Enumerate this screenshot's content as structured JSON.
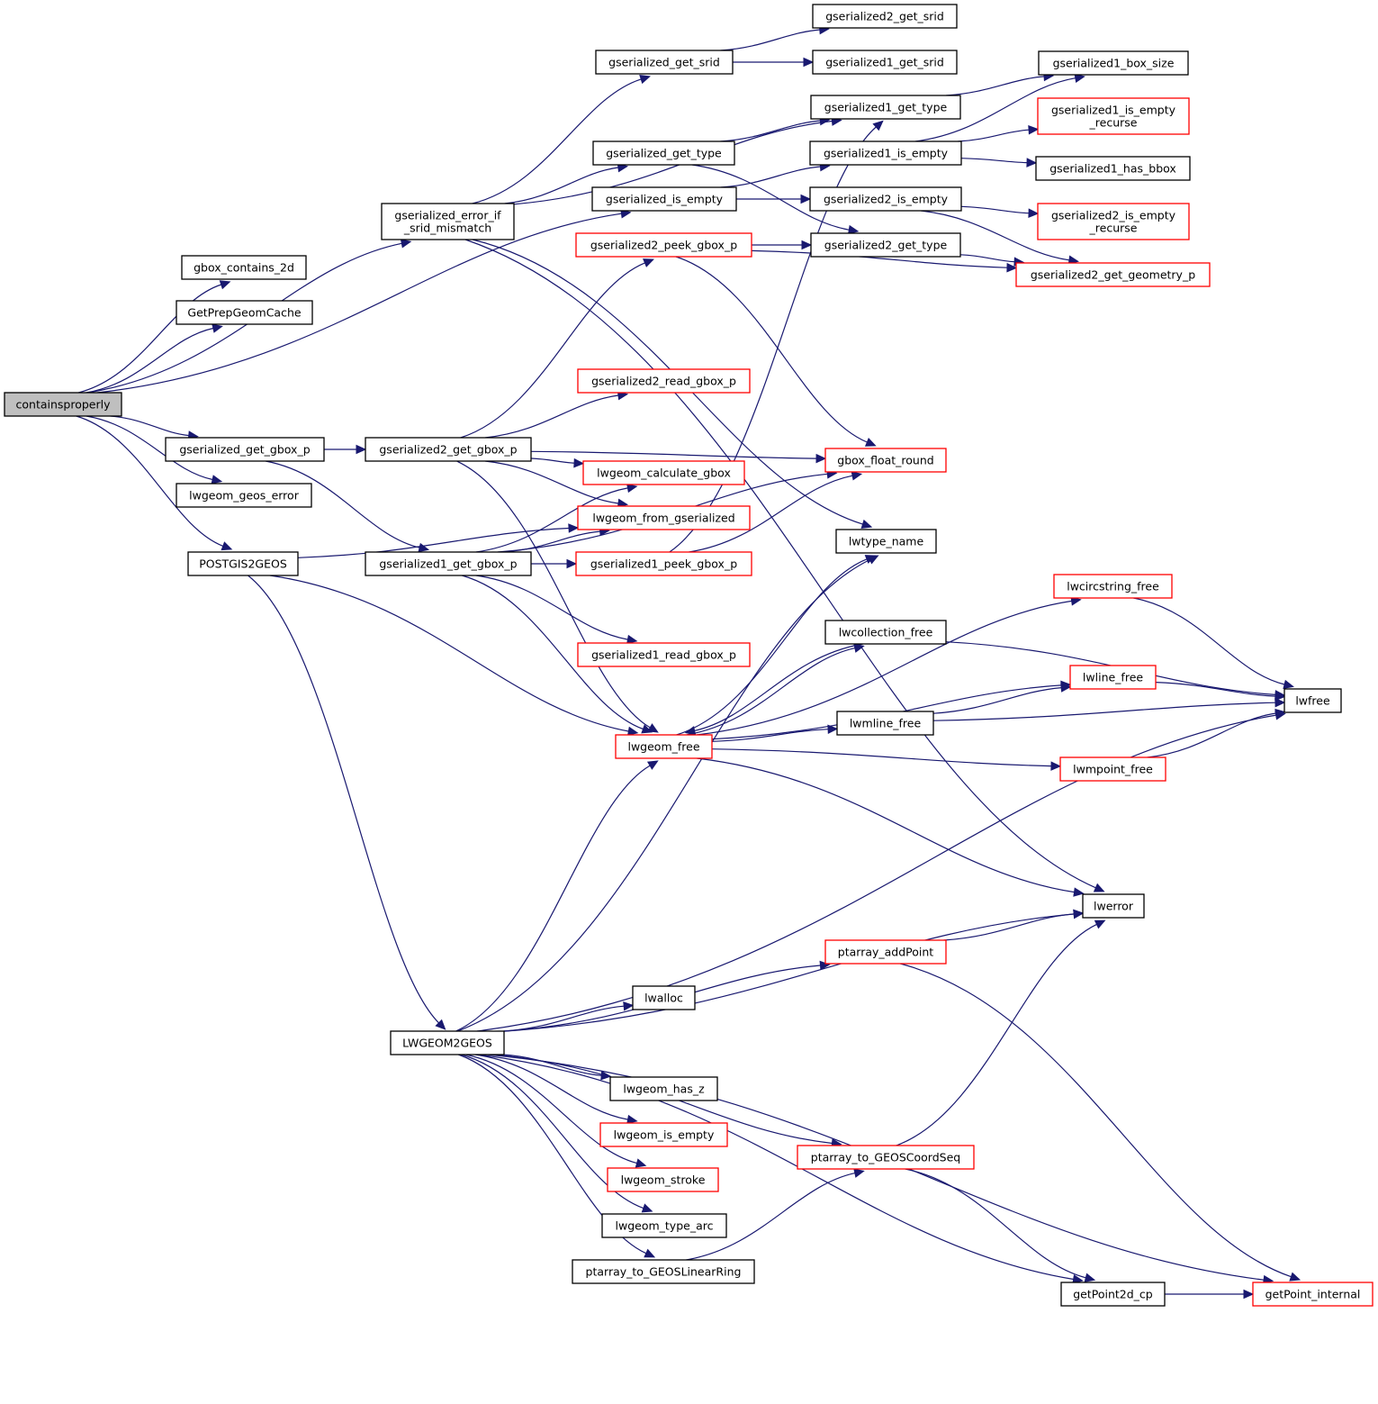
{
  "title": "containsproperly call graph",
  "colors": {
    "edge": "#191970",
    "node_border_documented": "#000000",
    "node_border_truncated": "#ff0000",
    "root_fill": "#bfbfbf"
  },
  "nodes": [
    {
      "id": "containsproperly",
      "label": "containsproperly",
      "style": "root"
    },
    {
      "id": "gbox_contains_2d",
      "label": "gbox_contains_2d",
      "style": "black"
    },
    {
      "id": "GetPrepGeomCache",
      "label": "GetPrepGeomCache",
      "style": "black"
    },
    {
      "id": "gserialized_error_if_srid_mismatch",
      "label": "gserialized_error_if\n_srid_mismatch",
      "style": "black"
    },
    {
      "id": "gserialized_get_gbox_p",
      "label": "gserialized_get_gbox_p",
      "style": "black"
    },
    {
      "id": "lwgeom_geos_error",
      "label": "lwgeom_geos_error",
      "style": "black"
    },
    {
      "id": "POSTGIS2GEOS",
      "label": "POSTGIS2GEOS",
      "style": "black"
    },
    {
      "id": "gserialized_get_srid",
      "label": "gserialized_get_srid",
      "style": "black"
    },
    {
      "id": "gserialized_get_type",
      "label": "gserialized_get_type",
      "style": "black"
    },
    {
      "id": "gserialized_is_empty",
      "label": "gserialized_is_empty",
      "style": "black"
    },
    {
      "id": "gserialized2_peek_gbox_p",
      "label": "gserialized2_peek_gbox_p",
      "style": "red"
    },
    {
      "id": "gserialized2_read_gbox_p",
      "label": "gserialized2_read_gbox_p",
      "style": "red"
    },
    {
      "id": "gserialized2_get_gbox_p",
      "label": "gserialized2_get_gbox_p",
      "style": "black"
    },
    {
      "id": "lwgeom_calculate_gbox",
      "label": "lwgeom_calculate_gbox",
      "style": "red"
    },
    {
      "id": "lwgeom_from_gserialized",
      "label": "lwgeom_from_gserialized",
      "style": "red"
    },
    {
      "id": "gserialized1_get_gbox_p",
      "label": "gserialized1_get_gbox_p",
      "style": "black"
    },
    {
      "id": "gserialized1_peek_gbox_p",
      "label": "gserialized1_peek_gbox_p",
      "style": "red"
    },
    {
      "id": "gserialized1_read_gbox_p",
      "label": "gserialized1_read_gbox_p",
      "style": "red"
    },
    {
      "id": "lwgeom_free",
      "label": "lwgeom_free",
      "style": "red"
    },
    {
      "id": "LWGEOM2GEOS",
      "label": "LWGEOM2GEOS",
      "style": "black"
    },
    {
      "id": "lwalloc",
      "label": "lwalloc",
      "style": "black"
    },
    {
      "id": "lwgeom_has_z",
      "label": "lwgeom_has_z",
      "style": "black"
    },
    {
      "id": "lwgeom_is_empty",
      "label": "lwgeom_is_empty",
      "style": "red"
    },
    {
      "id": "lwgeom_stroke",
      "label": "lwgeom_stroke",
      "style": "red"
    },
    {
      "id": "lwgeom_type_arc",
      "label": "lwgeom_type_arc",
      "style": "black"
    },
    {
      "id": "ptarray_to_GEOSLinearRing",
      "label": "ptarray_to_GEOSLinearRing",
      "style": "black"
    },
    {
      "id": "gserialized2_get_srid",
      "label": "gserialized2_get_srid",
      "style": "black"
    },
    {
      "id": "gserialized1_get_srid",
      "label": "gserialized1_get_srid",
      "style": "black"
    },
    {
      "id": "gserialized1_get_type",
      "label": "gserialized1_get_type",
      "style": "black"
    },
    {
      "id": "gserialized1_is_empty",
      "label": "gserialized1_is_empty",
      "style": "black"
    },
    {
      "id": "gserialized2_is_empty",
      "label": "gserialized2_is_empty",
      "style": "black"
    },
    {
      "id": "gserialized2_get_type",
      "label": "gserialized2_get_type",
      "style": "black"
    },
    {
      "id": "gbox_float_round",
      "label": "gbox_float_round",
      "style": "red"
    },
    {
      "id": "lwtype_name",
      "label": "lwtype_name",
      "style": "black"
    },
    {
      "id": "lwcollection_free",
      "label": "lwcollection_free",
      "style": "black"
    },
    {
      "id": "lwmline_free",
      "label": "lwmline_free",
      "style": "black"
    },
    {
      "id": "ptarray_addPoint",
      "label": "ptarray_addPoint",
      "style": "red"
    },
    {
      "id": "ptarray_to_GEOSCoordSeq",
      "label": "ptarray_to_GEOSCoordSeq",
      "style": "red"
    },
    {
      "id": "gserialized1_box_size",
      "label": "gserialized1_box_size",
      "style": "black"
    },
    {
      "id": "gserialized1_is_empty_recurse",
      "label": "gserialized1_is_empty\n_recurse",
      "style": "red"
    },
    {
      "id": "gserialized1_has_bbox",
      "label": "gserialized1_has_bbox",
      "style": "black"
    },
    {
      "id": "gserialized2_is_empty_recurse",
      "label": "gserialized2_is_empty\n_recurse",
      "style": "red"
    },
    {
      "id": "gserialized2_get_geometry_p",
      "label": "gserialized2_get_geometry_p",
      "style": "red"
    },
    {
      "id": "lwcircstring_free",
      "label": "lwcircstring_free",
      "style": "red"
    },
    {
      "id": "lwline_free",
      "label": "lwline_free",
      "style": "red"
    },
    {
      "id": "lwmpoint_free",
      "label": "lwmpoint_free",
      "style": "red"
    },
    {
      "id": "lwerror",
      "label": "lwerror",
      "style": "black"
    },
    {
      "id": "getPoint2d_cp",
      "label": "getPoint2d_cp",
      "style": "black"
    },
    {
      "id": "lwfree",
      "label": "lwfree",
      "style": "black"
    },
    {
      "id": "getPoint_internal",
      "label": "getPoint_internal",
      "style": "red"
    }
  ],
  "edges": [
    [
      "containsproperly",
      "gbox_contains_2d"
    ],
    [
      "containsproperly",
      "GetPrepGeomCache"
    ],
    [
      "containsproperly",
      "gserialized_error_if_srid_mismatch"
    ],
    [
      "containsproperly",
      "gserialized_is_empty"
    ],
    [
      "containsproperly",
      "gserialized_get_gbox_p"
    ],
    [
      "containsproperly",
      "lwgeom_geos_error"
    ],
    [
      "containsproperly",
      "POSTGIS2GEOS"
    ],
    [
      "gserialized_error_if_srid_mismatch",
      "gserialized_get_srid"
    ],
    [
      "gserialized_error_if_srid_mismatch",
      "gserialized1_get_type"
    ],
    [
      "gserialized_error_if_srid_mismatch",
      "gserialized_get_type"
    ],
    [
      "gserialized_error_if_srid_mismatch",
      "lwtype_name"
    ],
    [
      "gserialized_error_if_srid_mismatch",
      "lwerror"
    ],
    [
      "gserialized_get_srid",
      "gserialized2_get_srid"
    ],
    [
      "gserialized_get_srid",
      "gserialized1_get_srid"
    ],
    [
      "gserialized_get_type",
      "gserialized1_get_type"
    ],
    [
      "gserialized_get_type",
      "gserialized2_get_type"
    ],
    [
      "gserialized_is_empty",
      "gserialized1_is_empty"
    ],
    [
      "gserialized_is_empty",
      "gserialized2_is_empty"
    ],
    [
      "gserialized1_get_type",
      "gserialized1_box_size"
    ],
    [
      "gserialized1_is_empty",
      "gserialized1_box_size"
    ],
    [
      "gserialized1_is_empty",
      "gserialized1_is_empty_recurse"
    ],
    [
      "gserialized1_is_empty",
      "gserialized1_has_bbox"
    ],
    [
      "gserialized2_is_empty",
      "gserialized2_is_empty_recurse"
    ],
    [
      "gserialized2_is_empty",
      "gserialized2_get_geometry_p"
    ],
    [
      "gserialized2_get_type",
      "gserialized2_get_geometry_p"
    ],
    [
      "gserialized2_peek_gbox_p",
      "gserialized2_get_type"
    ],
    [
      "gserialized2_peek_gbox_p",
      "gserialized2_get_geometry_p"
    ],
    [
      "gserialized2_peek_gbox_p",
      "gbox_float_round"
    ],
    [
      "gserialized_get_gbox_p",
      "gserialized2_get_gbox_p"
    ],
    [
      "gserialized_get_gbox_p",
      "gserialized1_get_gbox_p"
    ],
    [
      "gserialized2_get_gbox_p",
      "gserialized2_peek_gbox_p"
    ],
    [
      "gserialized2_get_gbox_p",
      "gserialized2_read_gbox_p"
    ],
    [
      "gserialized2_get_gbox_p",
      "gbox_float_round"
    ],
    [
      "gserialized2_get_gbox_p",
      "lwgeom_calculate_gbox"
    ],
    [
      "gserialized2_get_gbox_p",
      "lwgeom_from_gserialized"
    ],
    [
      "gserialized2_get_gbox_p",
      "lwgeom_free"
    ],
    [
      "gserialized1_get_gbox_p",
      "lwgeom_calculate_gbox"
    ],
    [
      "gserialized1_get_gbox_p",
      "lwgeom_from_gserialized"
    ],
    [
      "gserialized1_get_gbox_p",
      "gserialized1_peek_gbox_p"
    ],
    [
      "gserialized1_get_gbox_p",
      "gbox_float_round"
    ],
    [
      "gserialized1_get_gbox_p",
      "gserialized1_read_gbox_p"
    ],
    [
      "gserialized1_get_gbox_p",
      "lwgeom_free"
    ],
    [
      "gserialized1_peek_gbox_p",
      "gbox_float_round"
    ],
    [
      "gserialized1_peek_gbox_p",
      "gserialized1_get_type"
    ],
    [
      "POSTGIS2GEOS",
      "lwgeom_from_gserialized"
    ],
    [
      "POSTGIS2GEOS",
      "lwgeom_free"
    ],
    [
      "POSTGIS2GEOS",
      "LWGEOM2GEOS"
    ],
    [
      "lwgeom_free",
      "lwtype_name"
    ],
    [
      "lwgeom_free",
      "lwcircstring_free"
    ],
    [
      "lwgeom_free",
      "lwcollection_free"
    ],
    [
      "lwgeom_free",
      "lwline_free"
    ],
    [
      "lwgeom_free",
      "lwmline_free"
    ],
    [
      "lwgeom_free",
      "lwmpoint_free"
    ],
    [
      "lwgeom_free",
      "lwerror"
    ],
    [
      "lwcollection_free",
      "lwgeom_free"
    ],
    [
      "lwcollection_free",
      "lwfree"
    ],
    [
      "lwmline_free",
      "lwline_free"
    ],
    [
      "lwmline_free",
      "lwfree"
    ],
    [
      "lwcircstring_free",
      "lwfree"
    ],
    [
      "lwline_free",
      "lwfree"
    ],
    [
      "lwmpoint_free",
      "lwfree"
    ],
    [
      "LWGEOM2GEOS",
      "lwtype_name"
    ],
    [
      "LWGEOM2GEOS",
      "lwgeom_free"
    ],
    [
      "LWGEOM2GEOS",
      "lwfree"
    ],
    [
      "LWGEOM2GEOS",
      "lwerror"
    ],
    [
      "LWGEOM2GEOS",
      "ptarray_addPoint"
    ],
    [
      "LWGEOM2GEOS",
      "lwalloc"
    ],
    [
      "LWGEOM2GEOS",
      "ptarray_to_GEOSCoordSeq"
    ],
    [
      "LWGEOM2GEOS",
      "lwgeom_has_z"
    ],
    [
      "LWGEOM2GEOS",
      "lwgeom_is_empty"
    ],
    [
      "LWGEOM2GEOS",
      "lwgeom_stroke"
    ],
    [
      "LWGEOM2GEOS",
      "lwgeom_type_arc"
    ],
    [
      "LWGEOM2GEOS",
      "ptarray_to_GEOSLinearRing"
    ],
    [
      "LWGEOM2GEOS",
      "getPoint2d_cp"
    ],
    [
      "LWGEOM2GEOS",
      "getPoint_internal"
    ],
    [
      "ptarray_addPoint",
      "lwerror"
    ],
    [
      "ptarray_addPoint",
      "getPoint_internal"
    ],
    [
      "ptarray_to_GEOSCoordSeq",
      "lwerror"
    ],
    [
      "ptarray_to_GEOSCoordSeq",
      "getPoint2d_cp"
    ],
    [
      "ptarray_to_GEOSLinearRing",
      "ptarray_to_GEOSCoordSeq"
    ],
    [
      "getPoint2d_cp",
      "getPoint_internal"
    ]
  ]
}
